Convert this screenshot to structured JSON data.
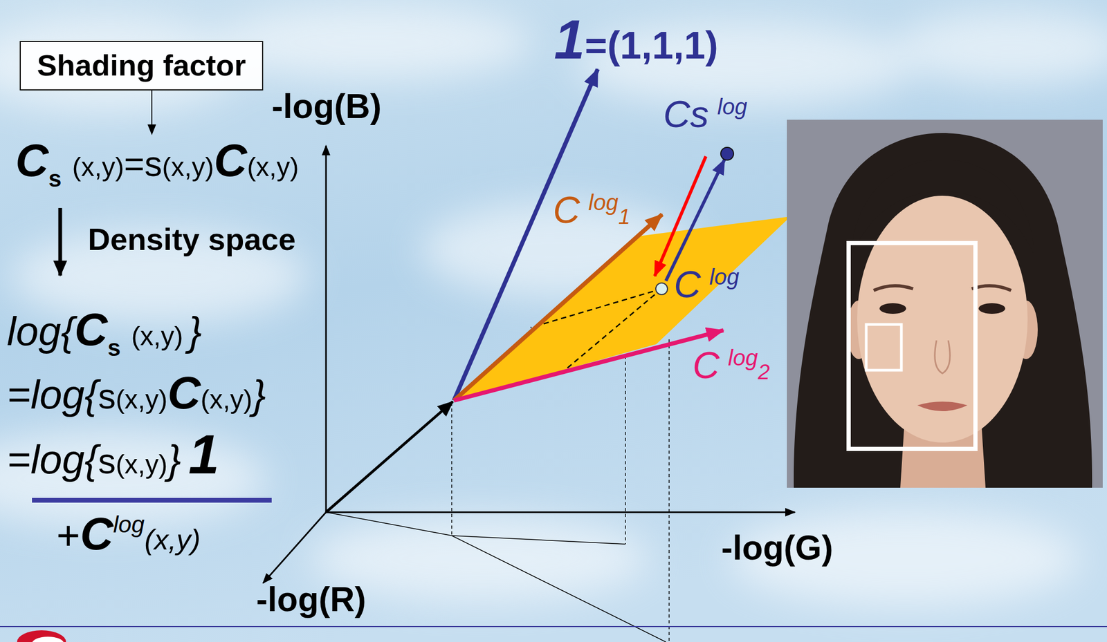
{
  "diagram": {
    "nodes": [
      {
        "text": [
          "Shading factor"
        ]
      }
    ],
    "labels": [
      "C",
      "s",
      "(x,y)",
      "=s",
      "(x,y)",
      "C",
      "(x,y)",
      "Density space",
      "log{",
      "C",
      "s",
      "(x,y)",
      "}",
      "=log{",
      "s",
      "(x,y)",
      "C",
      "(x,y)",
      "}",
      "=log{",
      "s",
      "(x,y)",
      "}",
      "1",
      "+",
      "C",
      "log",
      "(x,y)",
      "-log(B)",
      "1",
      "=(1,1,1)",
      "Cs",
      "log",
      "C",
      "log",
      "1",
      "C",
      "log",
      "C",
      "log",
      "2",
      "-log(G)",
      "-log(R)"
    ]
  }
}
